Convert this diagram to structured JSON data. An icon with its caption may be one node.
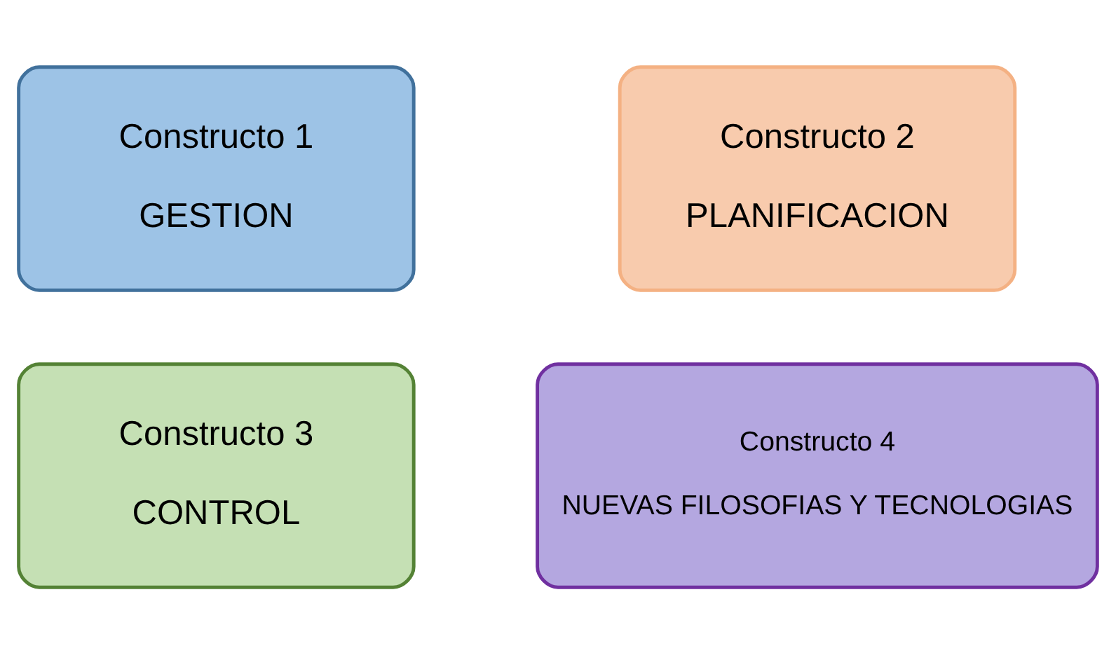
{
  "diagram": {
    "nodes": [
      {
        "text": [
          "Constructo 1",
          "GESTION"
        ]
      },
      {
        "text": [
          "Constructo 2",
          "PLANIFICACION"
        ]
      },
      {
        "text": [
          "Constructo 3",
          "CONTROL"
        ]
      },
      {
        "text": [
          "Constructo 4",
          "NUEVAS FILOSOFIAS Y TECNOLOGIAS"
        ]
      }
    ],
    "edges": []
  }
}
